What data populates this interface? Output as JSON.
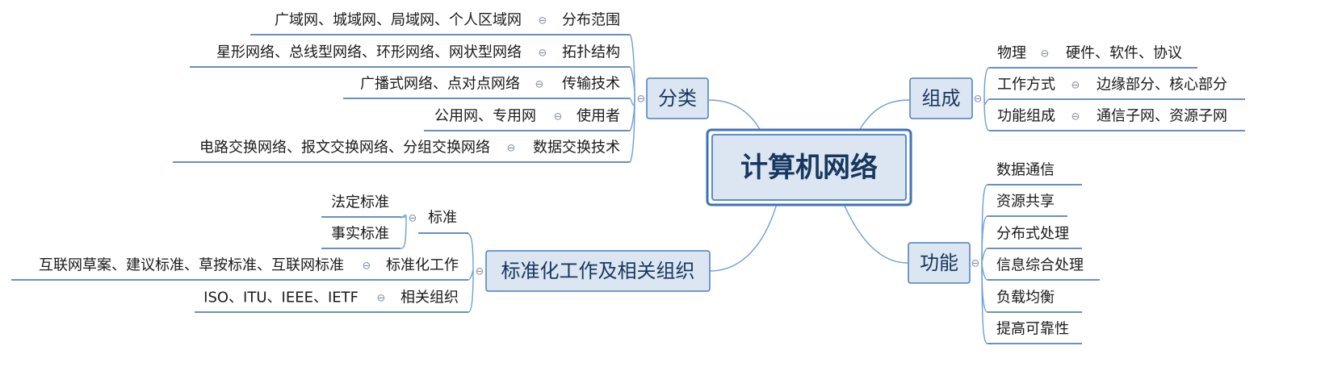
{
  "root": {
    "label": "计算机网络"
  },
  "branches": {
    "classification": {
      "label": "分类",
      "items": [
        {
          "label": "分布范围",
          "detail": "广域网、城域网、局域网、个人区域网"
        },
        {
          "label": "拓扑结构",
          "detail": "星形网络、总线型网络、环形网络、网状型网络"
        },
        {
          "label": "传输技术",
          "detail": "广播式网络、点对点网络"
        },
        {
          "label": "使用者",
          "detail": "公用网、专用网"
        },
        {
          "label": "数据交换技术",
          "detail": "电路交换网络、报文交换网络、分组交换网络"
        }
      ]
    },
    "standards": {
      "label": "标准化工作及相关组织",
      "items": [
        {
          "label": "标准",
          "children": [
            "法定标准",
            "事实标准"
          ]
        },
        {
          "label": "标准化工作",
          "detail": "互联网草案、建议标准、草按标准、互联网标准"
        },
        {
          "label": "相关组织",
          "detail": "ISO、ITU、IEEE、IETF"
        }
      ]
    },
    "composition": {
      "label": "组成",
      "items": [
        {
          "label": "物理",
          "detail": "硬件、软件、协议"
        },
        {
          "label": "工作方式",
          "detail": "边缘部分、核心部分"
        },
        {
          "label": "功能组成",
          "detail": "通信子网、资源子网"
        }
      ]
    },
    "functions": {
      "label": "功能",
      "items": [
        "数据通信",
        "资源共享",
        "分布式处理",
        "信息综合处理",
        "负载均衡",
        "提高可靠性"
      ]
    }
  },
  "collapse_glyph": "⊖",
  "colors": {
    "line": "#6f9fd6",
    "underline": "#3b6ca8",
    "box_fill": "#dce6f2",
    "box_border": "#4a7ebb",
    "root_outer_border": "#3f72b5",
    "root_inner_border": "#5b8ccb",
    "text": "#1a1a1a",
    "heading_text": "#17375e",
    "toggle": "#7d8fa8"
  }
}
